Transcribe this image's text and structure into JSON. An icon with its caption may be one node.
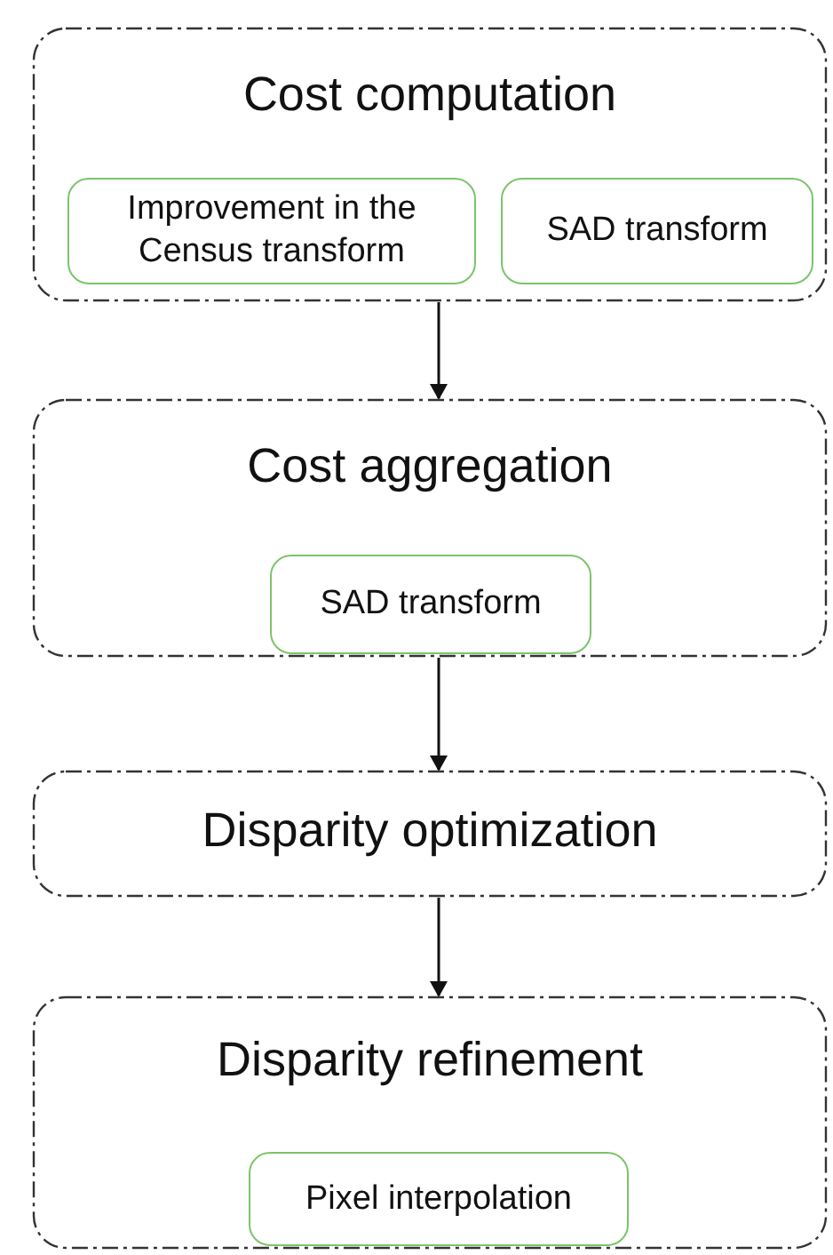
{
  "diagram": {
    "nodes": [
      {
        "text": [
          "Cost computation"
        ]
      },
      {
        "text": [
          "Improvement in the Census transform"
        ],
        "in": 0
      },
      {
        "text": [
          "SAD transform"
        ],
        "in": 0
      },
      {
        "text": [
          "Cost aggregation"
        ]
      },
      {
        "text": [
          "SAD transform"
        ],
        "in": 3
      },
      {
        "text": [
          "Disparity optimization"
        ]
      },
      {
        "text": [
          "Disparity refinement"
        ]
      },
      {
        "text": [
          "Pixel interpolation"
        ],
        "in": 6
      }
    ],
    "edges": [
      {
        "from": 0,
        "to": 3,
        "arrow": "to"
      },
      {
        "from": 3,
        "to": 5,
        "arrow": "to"
      },
      {
        "from": 5,
        "to": 6,
        "arrow": "to"
      }
    ]
  }
}
